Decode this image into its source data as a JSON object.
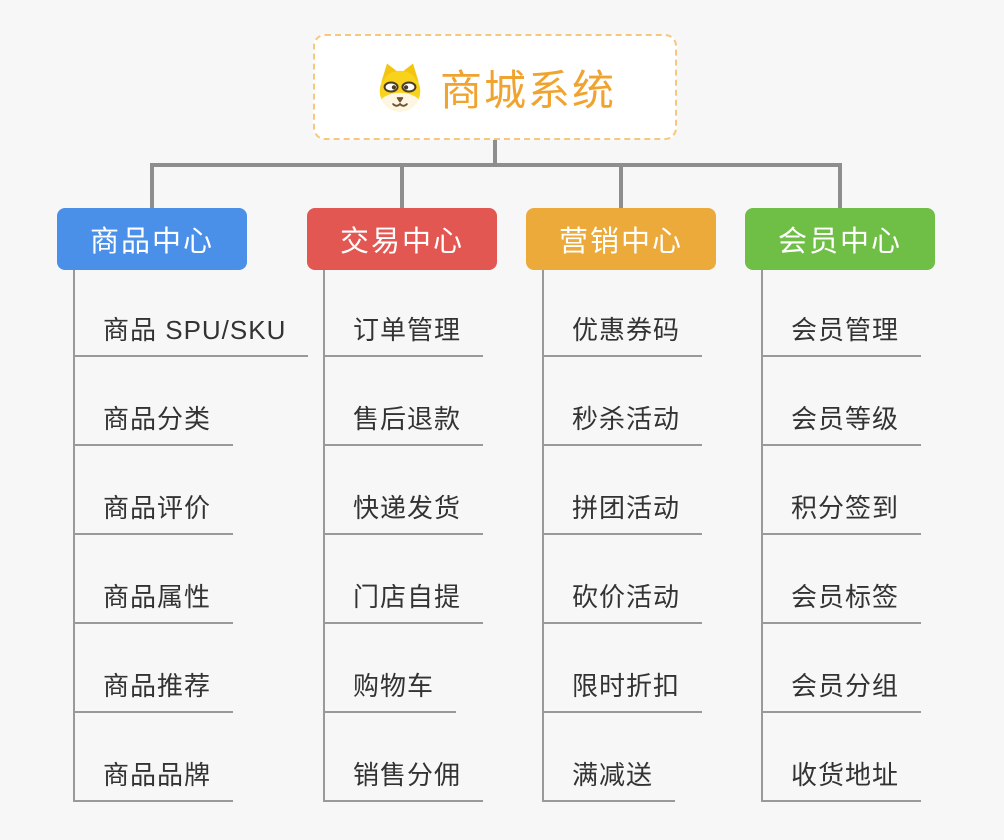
{
  "root": {
    "title": "商城系统",
    "icon": "dog-face-icon",
    "accent_color": "#f0a42f",
    "border_color": "#f6c87d",
    "background": "#ffffff"
  },
  "canvas": {
    "background": "#f7f7f7",
    "connector_color": "#8e8e8e",
    "subline_color": "#999999",
    "subtext_color": "#333333"
  },
  "branches": [
    {
      "label": "商品中心",
      "color": "#4a90e8",
      "items": [
        "商品 SPU/SKU",
        "商品分类",
        "商品评价",
        "商品属性",
        "商品推荐",
        "商品品牌"
      ]
    },
    {
      "label": "交易中心",
      "color": "#e25752",
      "items": [
        "订单管理",
        "售后退款",
        "快递发货",
        "门店自提",
        "购物车",
        "销售分佣"
      ]
    },
    {
      "label": "营销中心",
      "color": "#ecaa3b",
      "items": [
        "优惠券码",
        "秒杀活动",
        "拼团活动",
        "砍价活动",
        "限时折扣",
        "满减送"
      ]
    },
    {
      "label": "会员中心",
      "color": "#6fbe45",
      "items": [
        "会员管理",
        "会员等级",
        "积分签到",
        "会员标签",
        "会员分组",
        "收货地址"
      ]
    }
  ]
}
